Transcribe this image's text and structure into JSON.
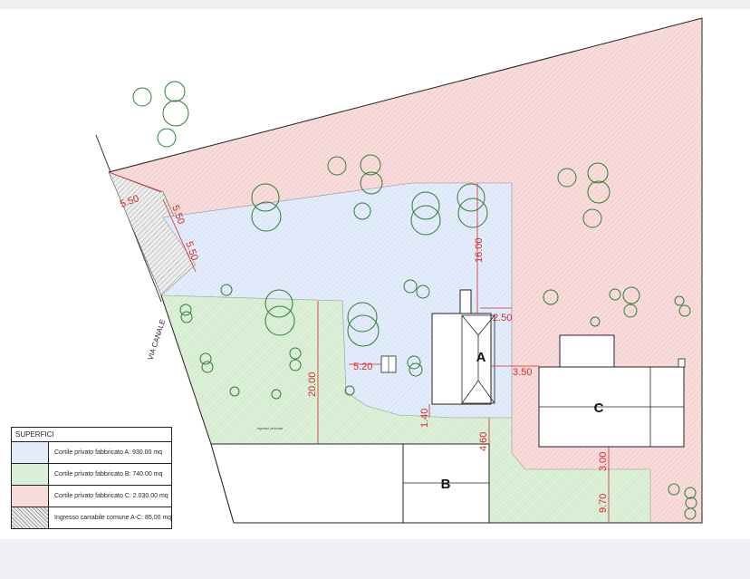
{
  "colors": {
    "area_a": "#e3ecfa",
    "area_b": "#dcefd8",
    "area_c": "#f8dcdc",
    "area_common": "#e6e6e6",
    "dimension": "#d42a2a",
    "tree": "#2e7d32",
    "outline": "#222222"
  },
  "labels": {
    "street": "VIA CANALE",
    "building_a": "A",
    "building_b": "B",
    "building_c": "C",
    "courtyard_note": "Ingresso pedonale"
  },
  "dimensions": [
    {
      "id": "d1",
      "text": "5.50"
    },
    {
      "id": "d2",
      "text": "5.50"
    },
    {
      "id": "d3",
      "text": "5.50"
    },
    {
      "id": "d4",
      "text": "16.00"
    },
    {
      "id": "d5",
      "text": "2.50"
    },
    {
      "id": "d6",
      "text": "3.50"
    },
    {
      "id": "d7",
      "text": "20.00"
    },
    {
      "id": "d8",
      "text": "5.20"
    },
    {
      "id": "d9",
      "text": "1.40"
    },
    {
      "id": "d10",
      "text": "4.60"
    },
    {
      "id": "d11",
      "text": "3.00"
    },
    {
      "id": "d12",
      "text": "9.70"
    }
  ],
  "legend": {
    "title": "SUPERFICI",
    "items": [
      {
        "label": "Cortile privato fabbricato A:  930.00 mq",
        "color": "#e3ecfa"
      },
      {
        "label": "Cortile privato fabbricato B:  740.00 mq",
        "color": "#dcefd8"
      },
      {
        "label": "Cortile privato fabbricato C:  2.030.00 mq",
        "color": "#f8dcdc"
      },
      {
        "label": "Ingresso carrabile comune A-C: 85,00 mq",
        "color": "#e6e6e6"
      }
    ]
  }
}
